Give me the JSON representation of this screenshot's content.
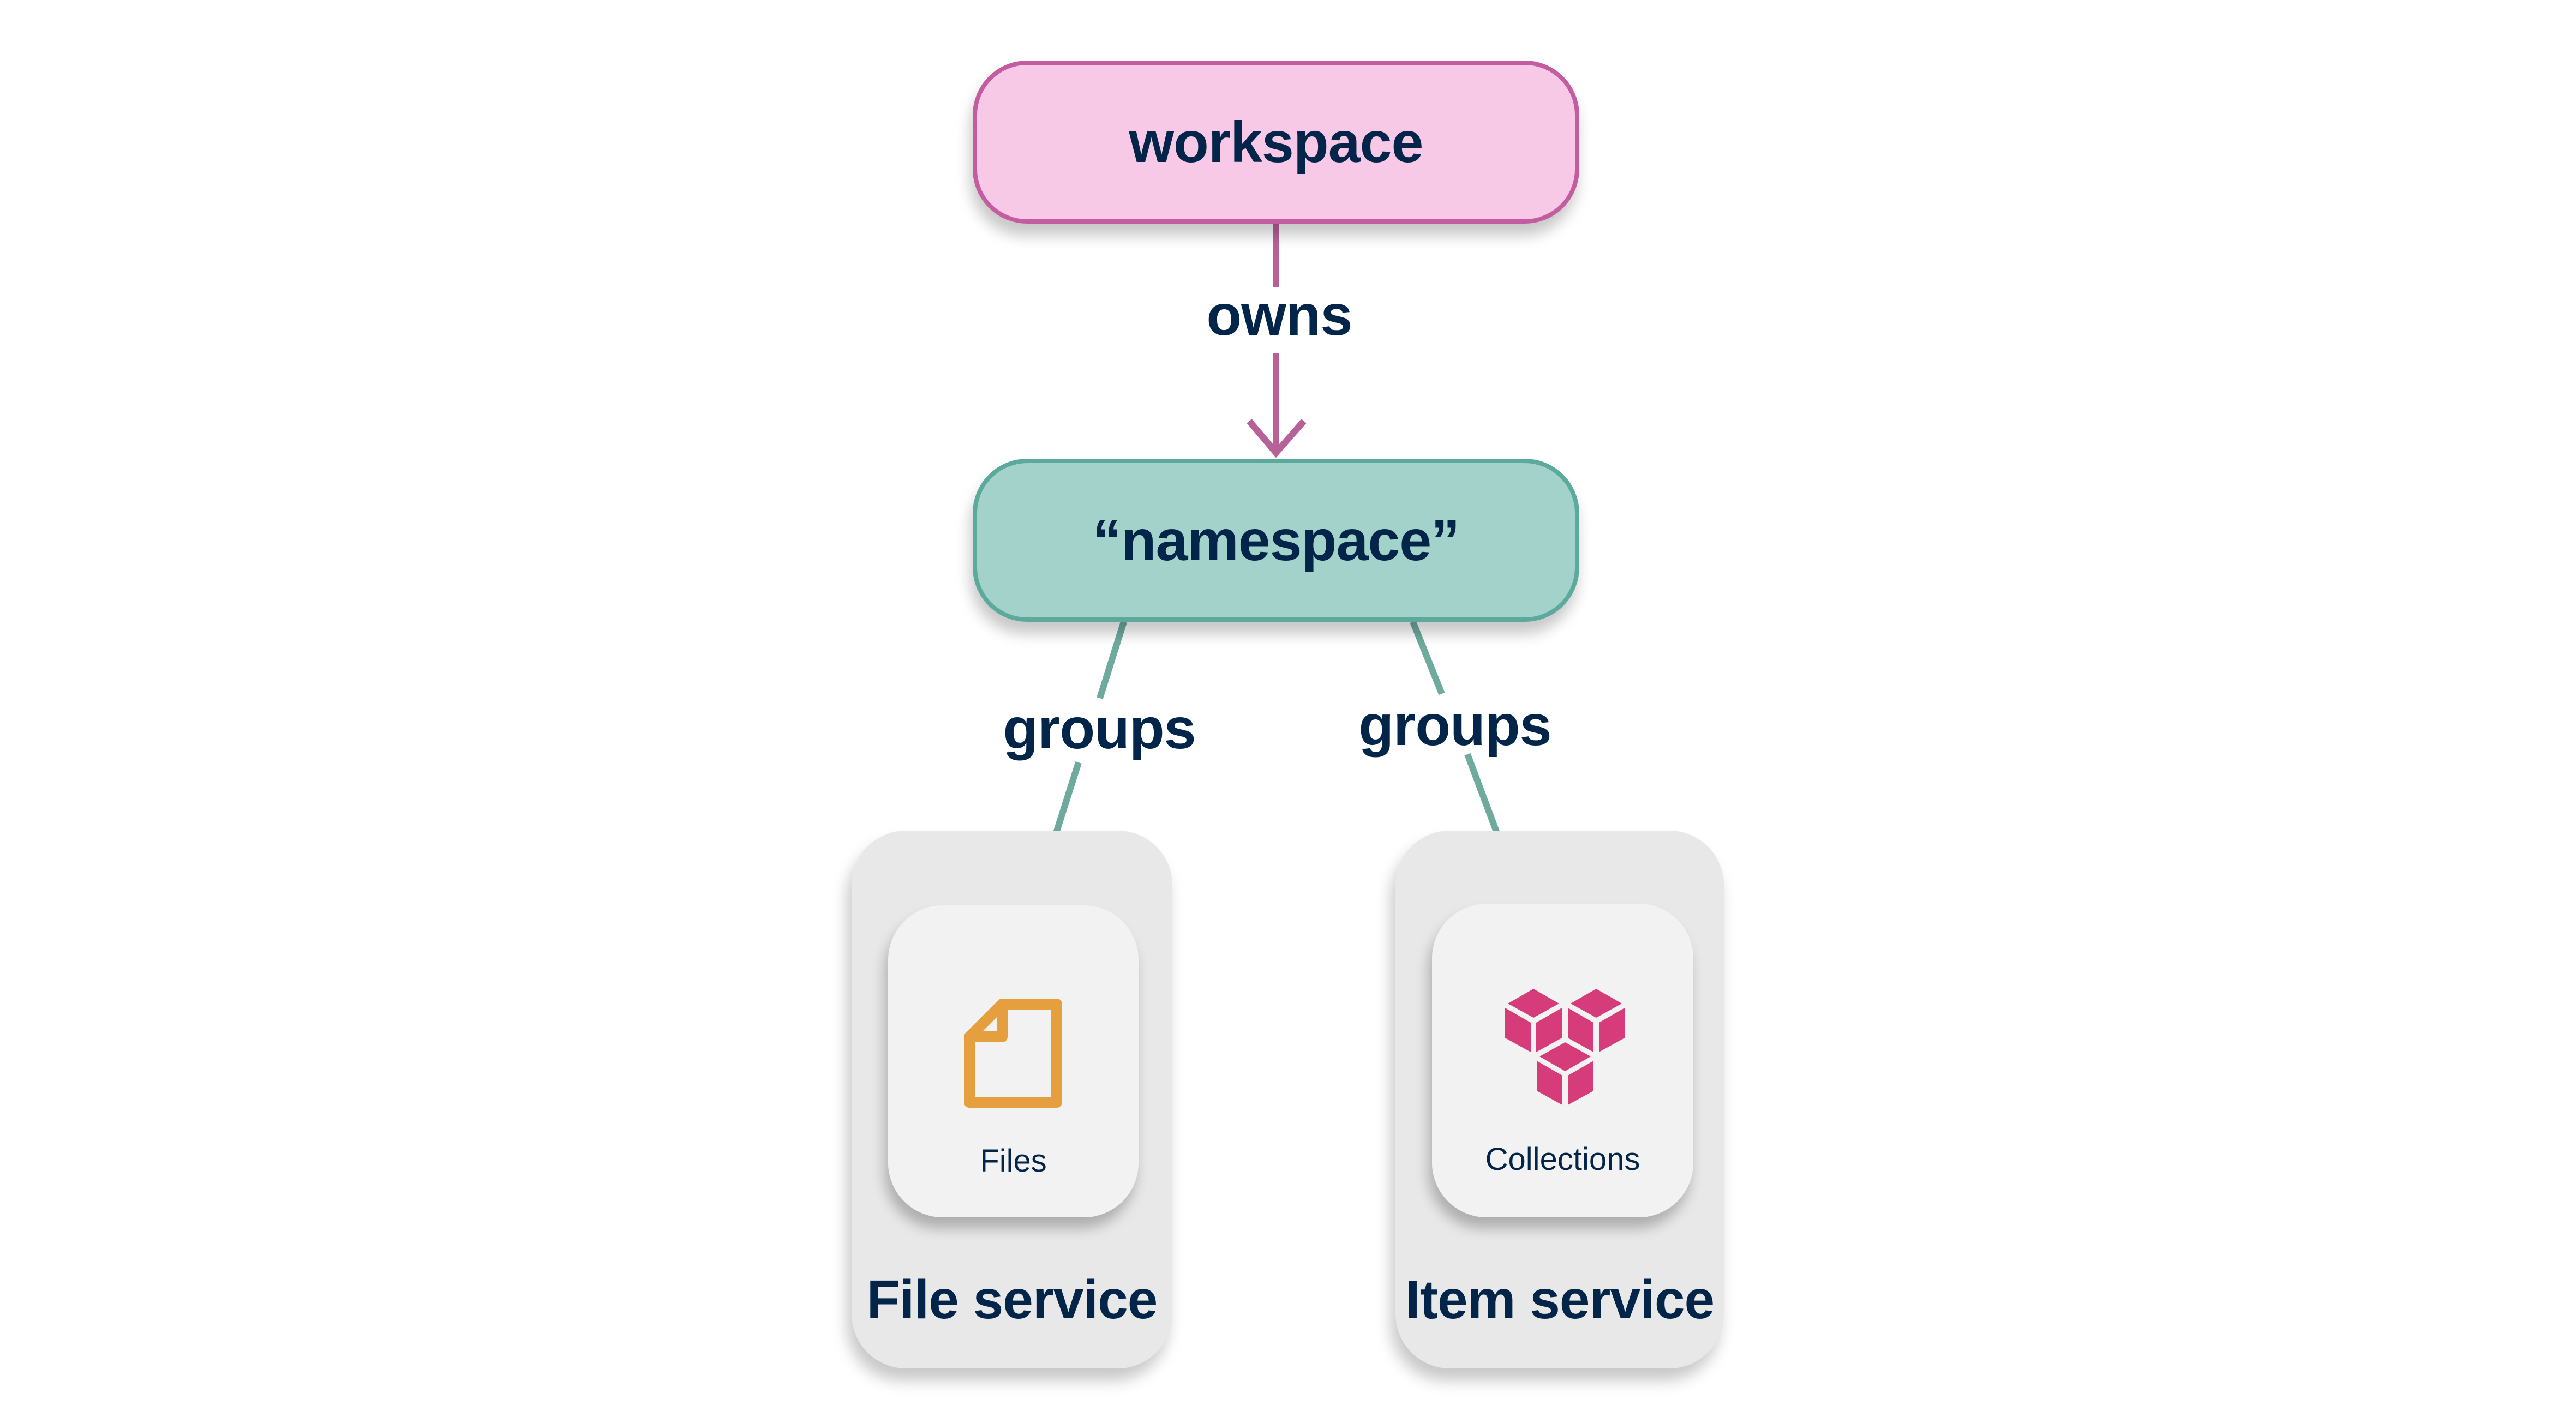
{
  "diagram": {
    "nodes": {
      "workspace": {
        "label": "workspace",
        "fill": "#F7C9E6",
        "stroke": "#C45D9F"
      },
      "namespace": {
        "label": "“namespace”",
        "fill": "#A3D2CA",
        "stroke": "#5BAA9C"
      }
    },
    "edges": [
      {
        "from": "workspace",
        "to": "namespace",
        "label": "owns",
        "color": "#B86199"
      },
      {
        "from": "namespace",
        "to": "file-service",
        "label": "groups",
        "color": "#6FAA9E"
      },
      {
        "from": "namespace",
        "to": "item-service",
        "label": "groups",
        "color": "#6FAA9E"
      }
    ],
    "services": [
      {
        "name": "File service",
        "resource": {
          "label": "Files",
          "icon": "file-icon",
          "icon_color": "#E69F3F"
        }
      },
      {
        "name": "Item service",
        "resource": {
          "label": "Collections",
          "icon": "cubes-icon",
          "icon_color": "#D63B7A"
        }
      }
    ],
    "text_color": "#03254A"
  }
}
